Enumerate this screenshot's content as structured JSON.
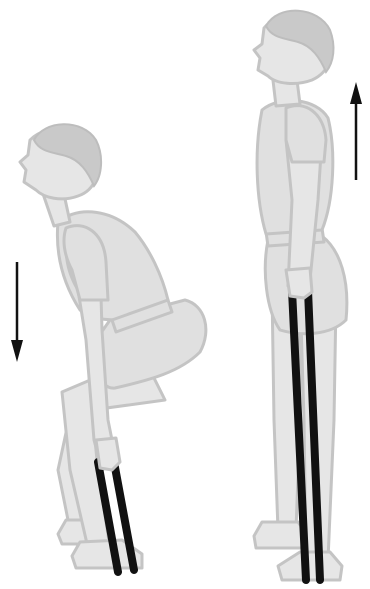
{
  "illustration": {
    "left_figure": {
      "pose": "squat",
      "arrow_direction": "down"
    },
    "right_figure": {
      "pose": "standing",
      "arrow_direction": "up"
    },
    "colors": {
      "figure_fill": "#e6e6e6",
      "figure_outline": "#c4c4c4",
      "hair_cap": "#c9c9c9",
      "resistance_band": "#111111",
      "arrow": "#111111",
      "background": "#ffffff"
    }
  }
}
